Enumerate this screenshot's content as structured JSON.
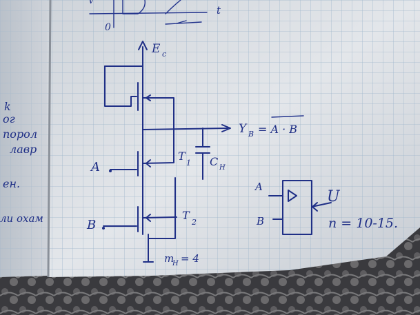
{
  "colors": {
    "ink": "#1f2f86",
    "paper": "#d9dde2",
    "grid": "#9fb6cc",
    "fabric": "#4a4a4e"
  },
  "top_axis": {
    "zero": "0",
    "time": "t",
    "corner": "V"
  },
  "supply": {
    "label": "E",
    "subscript": "c"
  },
  "output": {
    "label": "Y",
    "subscript": "B",
    "expr": "= A · B"
  },
  "inputs": {
    "a": "A",
    "b": "B"
  },
  "transistors": {
    "t1": "T",
    "t1_sub": "1",
    "t2": "T",
    "t2_sub": "2"
  },
  "load_cap": {
    "label": "C",
    "subscript": "H"
  },
  "fanout": "m",
  "fanout_sub": "H",
  "fanout_val": "= 4",
  "gate": {
    "in_a": "A",
    "in_b": "B",
    "supply": "U"
  },
  "count": "n = 10-15.",
  "left_page_fragments": [
    "k",
    "ог",
    "порол",
    "лавр",
    "ен.",
    "ли охам"
  ]
}
